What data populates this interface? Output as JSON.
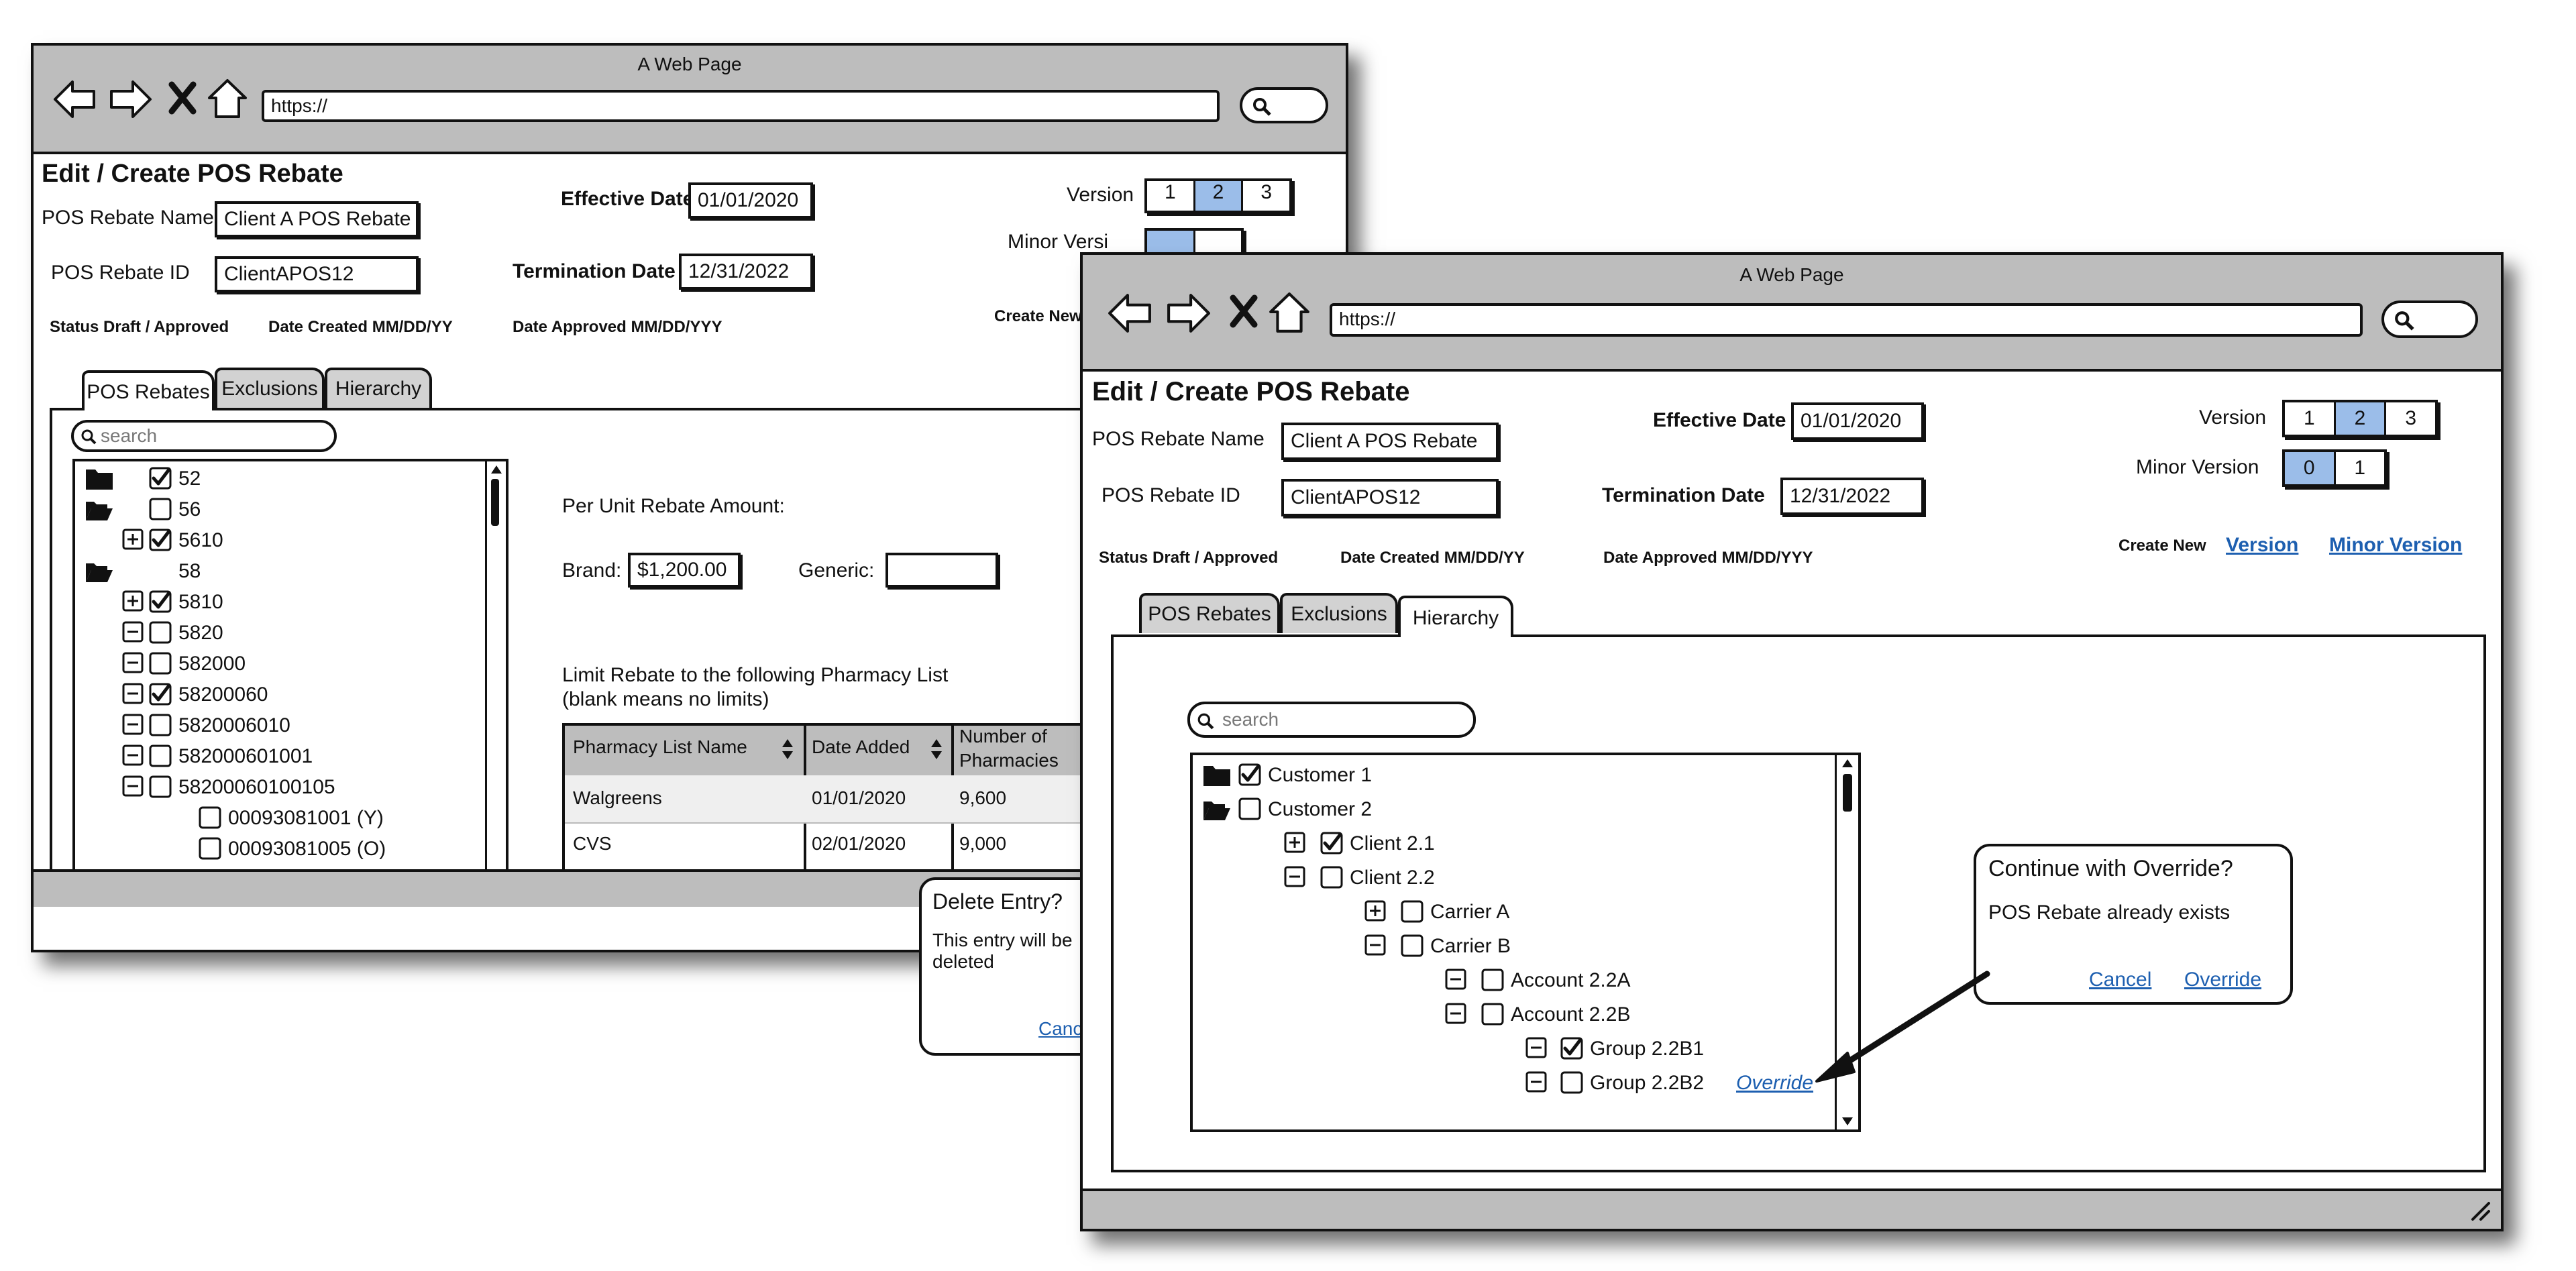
{
  "back_window": {
    "title": "A Web Page",
    "url": "https://",
    "page_title": "Edit / Create POS Rebate",
    "rebate_name_label": "POS Rebate Name",
    "rebate_name_value": "Client A POS Rebate",
    "rebate_id_label": "POS Rebate ID",
    "rebate_id_value": "ClientAPOS12",
    "effective_date_label": "Effective Date",
    "effective_date_value": "01/01/2020",
    "termination_date_label": "Termination Date",
    "termination_date_value": "12/31/2022",
    "status_label": "Status Draft / Approved",
    "date_created_label": "Date Created MM/DD/YY",
    "date_approved_label": "Date Approved MM/DD/YYY",
    "version_label": "Version",
    "versions": [
      "1",
      "2",
      "3"
    ],
    "minor_version_label": "Minor Versi",
    "create_new_label": "Create New",
    "tabs": [
      "POS Rebates",
      "Exclusions",
      "Hierarchy"
    ],
    "search_placeholder": "search",
    "tree": [
      {
        "label": "52",
        "checked": true
      },
      {
        "label": "56",
        "checked": false
      },
      {
        "label": "5610",
        "checked": true
      },
      {
        "label": "58",
        "checked": false
      },
      {
        "label": "5810",
        "checked": true
      },
      {
        "label": "5820",
        "checked": false
      },
      {
        "label": "582000",
        "checked": false
      },
      {
        "label": "58200060",
        "checked": true
      },
      {
        "label": "5820006010",
        "checked": false
      },
      {
        "label": "582000601001",
        "checked": false
      },
      {
        "label": "58200060100105",
        "checked": false
      },
      {
        "label": "00093081001 (Y)",
        "checked": false
      },
      {
        "label": "00093081005 (O)",
        "checked": false
      }
    ],
    "per_unit_label": "Per Unit Rebate Amount:",
    "brand_label": "Brand:",
    "brand_value": "$1,200.00",
    "generic_label": "Generic:",
    "generic_value": "",
    "limit_line1": "Limit Rebate to the following Pharmacy List",
    "limit_line2": "(blank means no limits)",
    "table_headers": [
      "Pharmacy List Name",
      "Date Added",
      "Number of",
      "Pharmacies"
    ],
    "table_rows": [
      [
        "Walgreens",
        "01/01/2020",
        "9,600"
      ],
      [
        "CVS",
        "02/01/2020",
        "9,000"
      ]
    ],
    "delete_dialog": {
      "title": "Delete Entry?",
      "body1": "This entry will be",
      "body2": "deleted",
      "cancel": "Canc"
    }
  },
  "front_window": {
    "title": "A Web Page",
    "url": "https://",
    "page_title": "Edit / Create POS Rebate",
    "rebate_name_label": "POS Rebate Name",
    "rebate_name_value": "Client A POS Rebate",
    "rebate_id_label": "POS Rebate ID",
    "rebate_id_value": "ClientAPOS12",
    "effective_date_label": "Effective Date",
    "effective_date_value": "01/01/2020",
    "termination_date_label": "Termination Date",
    "termination_date_value": "12/31/2022",
    "status_label": "Status Draft / Approved",
    "date_created_label": "Date Created MM/DD/YY",
    "date_approved_label": "Date Approved MM/DD/YYY",
    "version_label": "Version",
    "versions": [
      "1",
      "2",
      "3"
    ],
    "minor_version_label": "Minor Version",
    "minor_versions": [
      "0",
      "1"
    ],
    "create_new_label": "Create New",
    "create_version_link": "Version",
    "create_minor_version_link": "Minor Version",
    "tabs": [
      "POS Rebates",
      "Exclusions",
      "Hierarchy"
    ],
    "search_placeholder": "search",
    "tree": [
      {
        "label": "Customer 1",
        "checked": true
      },
      {
        "label": "Customer 2",
        "checked": false
      },
      {
        "label": "Client 2.1",
        "checked": true
      },
      {
        "label": "Client 2.2",
        "checked": false
      },
      {
        "label": "Carrier A",
        "checked": false
      },
      {
        "label": "Carrier B",
        "checked": false
      },
      {
        "label": "Account 2.2A",
        "checked": false
      },
      {
        "label": "Account 2.2B",
        "checked": false
      },
      {
        "label": "Group 2.2B1",
        "checked": true
      },
      {
        "label": "Group 2.2B2",
        "checked": false
      }
    ],
    "override_link": "Override",
    "override_dialog": {
      "title": "Continue with Override?",
      "body": "POS Rebate already exists",
      "cancel": "Cancel",
      "override": "Override"
    }
  }
}
